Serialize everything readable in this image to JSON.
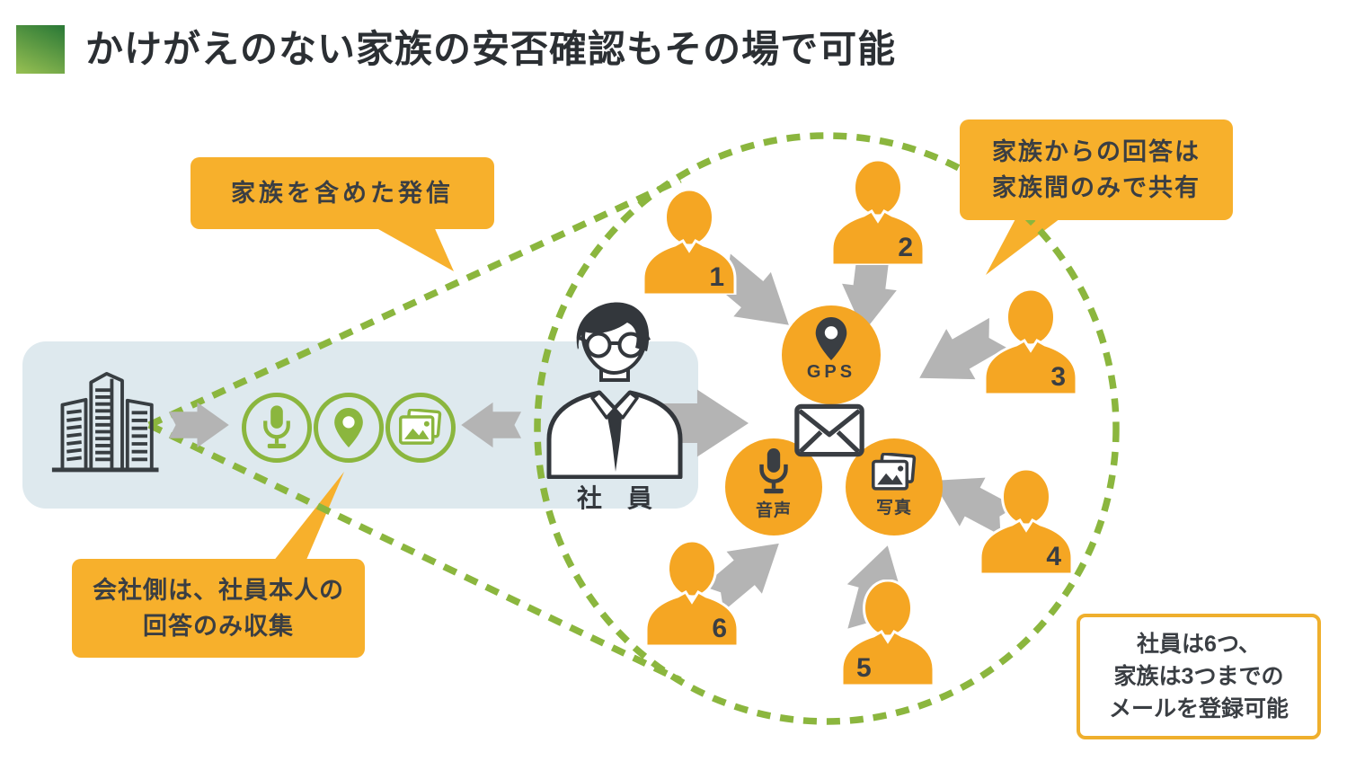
{
  "title": {
    "text": "かけがえのない家族の安否確認もその場で可能"
  },
  "callouts": {
    "broadcast": {
      "text": "家族を含めた発信"
    },
    "family_share": {
      "line1": "家族からの回答は",
      "line2": "家族間のみで共有"
    },
    "company_collect": {
      "line1": "会社側は、社員本人の",
      "line2": "回答のみ収集"
    }
  },
  "note_box": {
    "line1": "社員は6つ、",
    "line2": "家族は3つまでの",
    "line3": "メールを登録可能"
  },
  "employee": {
    "label": "社　員"
  },
  "hub": {
    "gps_label": "GPS",
    "audio_label": "音声",
    "photo_label": "写真"
  },
  "family_members": [
    {
      "number": "1"
    },
    {
      "number": "2"
    },
    {
      "number": "3"
    },
    {
      "number": "4"
    },
    {
      "number": "5"
    },
    {
      "number": "6"
    }
  ],
  "icons": {
    "building": "building-icon",
    "microphone": "microphone-icon",
    "location_pin": "location-pin-icon",
    "photos": "photo-icon",
    "envelope": "envelope-icon",
    "person": "person-icon"
  },
  "colors": {
    "orange": "#F5A623",
    "callout_orange": "#F7B02C",
    "green": "#8BB63E",
    "band_blue": "#DEE9EE",
    "arrow_gray": "#B4B4B4",
    "dark": "#3A3E43"
  }
}
